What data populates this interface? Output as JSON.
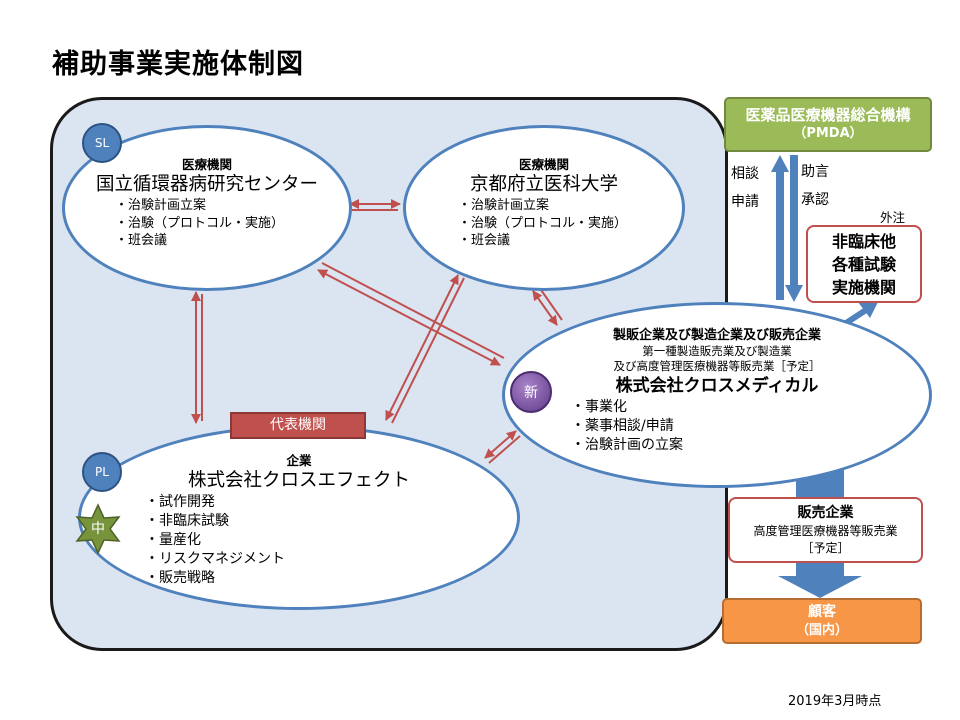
{
  "title": "補助事業実施体制図",
  "date_note": "2019年3月時点",
  "colors": {
    "panel_bg": "#dbe5f1",
    "ellipse_border": "#4f81bd",
    "pmda_fill": "#9bbb59",
    "customer_fill": "#f79646",
    "red_box": "#c0504d",
    "arrow_blue": "#4f81bd"
  },
  "ncvc": {
    "badge": "SL",
    "category": "医療機関",
    "name": "国立循環器病研究センター",
    "items": [
      "・治験計画立案",
      "・治験（プロトコル・実施）",
      "・班会議"
    ]
  },
  "kpum": {
    "category": "医療機関",
    "name": "京都府立医科大学",
    "items": [
      "・治験計画立案",
      "・治験（プロトコル・実施）",
      "・班会議"
    ]
  },
  "xeffect": {
    "badge": "PL",
    "star": "中",
    "rep_label": "代表機関",
    "category": "企業",
    "name": "株式会社クロスエフェクト",
    "items": [
      "・試作開発",
      "・非臨床試験",
      "・量産化",
      "・リスクマネジメント",
      "・販売戦略"
    ]
  },
  "xmedical": {
    "badge": "新",
    "category": "製販企業及び製造企業及び販売企業",
    "sub1": "第一種製造販売業及び製造業",
    "sub2": "及び高度管理医療機器等販売業［予定］",
    "name": "株式会社クロスメディカル",
    "items": [
      "・事業化",
      "・薬事相談/申請",
      "・治験計画の立案"
    ]
  },
  "pmda": {
    "line1": "医薬品医療機器総合機構",
    "line2": "（PMDA）"
  },
  "pmda_labels": {
    "left1": "相談",
    "left2": "申請",
    "right1": "助言",
    "right2": "承認"
  },
  "outsource": {
    "label": "外注",
    "line1": "非臨床他",
    "line2": "各種試験",
    "line3": "実施機関"
  },
  "sales": {
    "line1": "販売企業",
    "line2": "高度管理医療機器等販売業",
    "line3": "［予定］"
  },
  "customer": {
    "line1": "顧客",
    "line2": "（国内）"
  }
}
